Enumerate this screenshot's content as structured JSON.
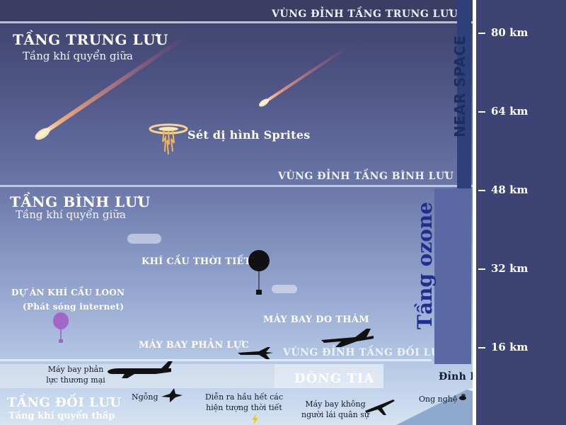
{
  "boundaries": {
    "mesopause": "VÙNG ĐỈNH TẦNG TRUNG LƯU",
    "stratopause": "VÙNG ĐỈNH TẦNG BÌNH LƯU",
    "tropopause": "VÙNG ĐỈNH TẦNG ĐỐI LƯU"
  },
  "layers": {
    "mesosphere": {
      "title": "TẦNG TRUNG LƯU",
      "subtitle": "Tầng khí quyển giữa"
    },
    "stratosphere": {
      "title": "TẦNG BÌNH LƯU",
      "subtitle": "Tầng khí quyển giữa"
    },
    "troposphere": {
      "title": "TẦNG ĐỐI LƯU",
      "subtitle": "Tầng khí quyển thấp"
    }
  },
  "labels": {
    "sprites": "Sét dị hình Sprites",
    "weather_balloon": "KHÍ CẦU THỜI TIẾT",
    "loon_line1": "DỰ ÁN KHÍ CẦU LOON",
    "loon_line2": "(Phát sóng internet)",
    "spy_plane": "MÁY BAY DO THÁM",
    "jet": "MÁY BAY PHẢN LỰC",
    "airliner_line1": "Máy bay phản",
    "airliner_line2": "lực thương mại",
    "jet_stream": "DÒNG TIA",
    "everest": "Đỉnh Everest",
    "goose": "Ngỗng",
    "weather_line1": "Diễn ra hầu hết các",
    "weather_line2": "hiện tượng thời tiết",
    "drone_line1": "Máy bay không",
    "drone_line2": "người lái quân sự",
    "bee": "Ong nghệ"
  },
  "bands": {
    "near_space": "NEAR SPACE",
    "ozone": "Tầng ozone"
  },
  "altitude_ticks": [
    "80 km",
    "64 km",
    "48 km",
    "32 km",
    "16 km"
  ],
  "colors": {
    "near_space_band": "#2e3f7a",
    "ozone_band": "#5a68a3",
    "ozone_text": "#1f2f8f",
    "axis_panel": "#3d4373",
    "meteor": "#f3a6a0"
  }
}
